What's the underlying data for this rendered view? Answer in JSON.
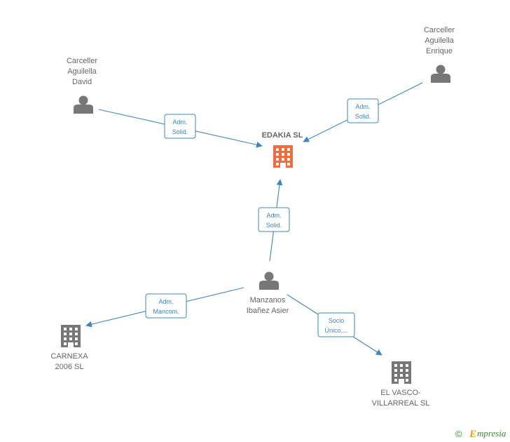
{
  "colors": {
    "edge": "#3d85c6",
    "person": "#777777",
    "company": "#777777",
    "main_company": "#f26b3a",
    "brand": "#3a8a3a",
    "brand_e": "#e8a019"
  },
  "nodes": {
    "edakia": {
      "label": [
        "EDAKIA SL"
      ],
      "icon": "building-icon"
    },
    "david": {
      "label": [
        "Carceller",
        "Aguilella",
        "David"
      ],
      "icon": "person-icon"
    },
    "enrique": {
      "label": [
        "Carceller",
        "Aguilella",
        "Enrique"
      ],
      "icon": "person-icon"
    },
    "asier": {
      "label": [
        "Manzanos",
        "Ibañez Asier"
      ],
      "icon": "person-icon"
    },
    "carnexa": {
      "label": [
        "CARNEXA",
        "2006 SL"
      ],
      "icon": "building-icon"
    },
    "vasco": {
      "label": [
        "EL VASCO-",
        "VILLARREAL SL"
      ],
      "icon": "building-icon"
    }
  },
  "edges": {
    "david_edakia": [
      "Adm.",
      "Solid."
    ],
    "enrique_edakia": [
      "Adm.",
      "Solid."
    ],
    "asier_edakia": [
      "Adm.",
      "Solid."
    ],
    "asier_carnexa": [
      "Adm.",
      "Mancom."
    ],
    "asier_vasco": [
      "Socio",
      "Único,..."
    ]
  },
  "footer": {
    "copyright": "©",
    "brand_initial": "E",
    "brand_rest": "mpresia"
  }
}
